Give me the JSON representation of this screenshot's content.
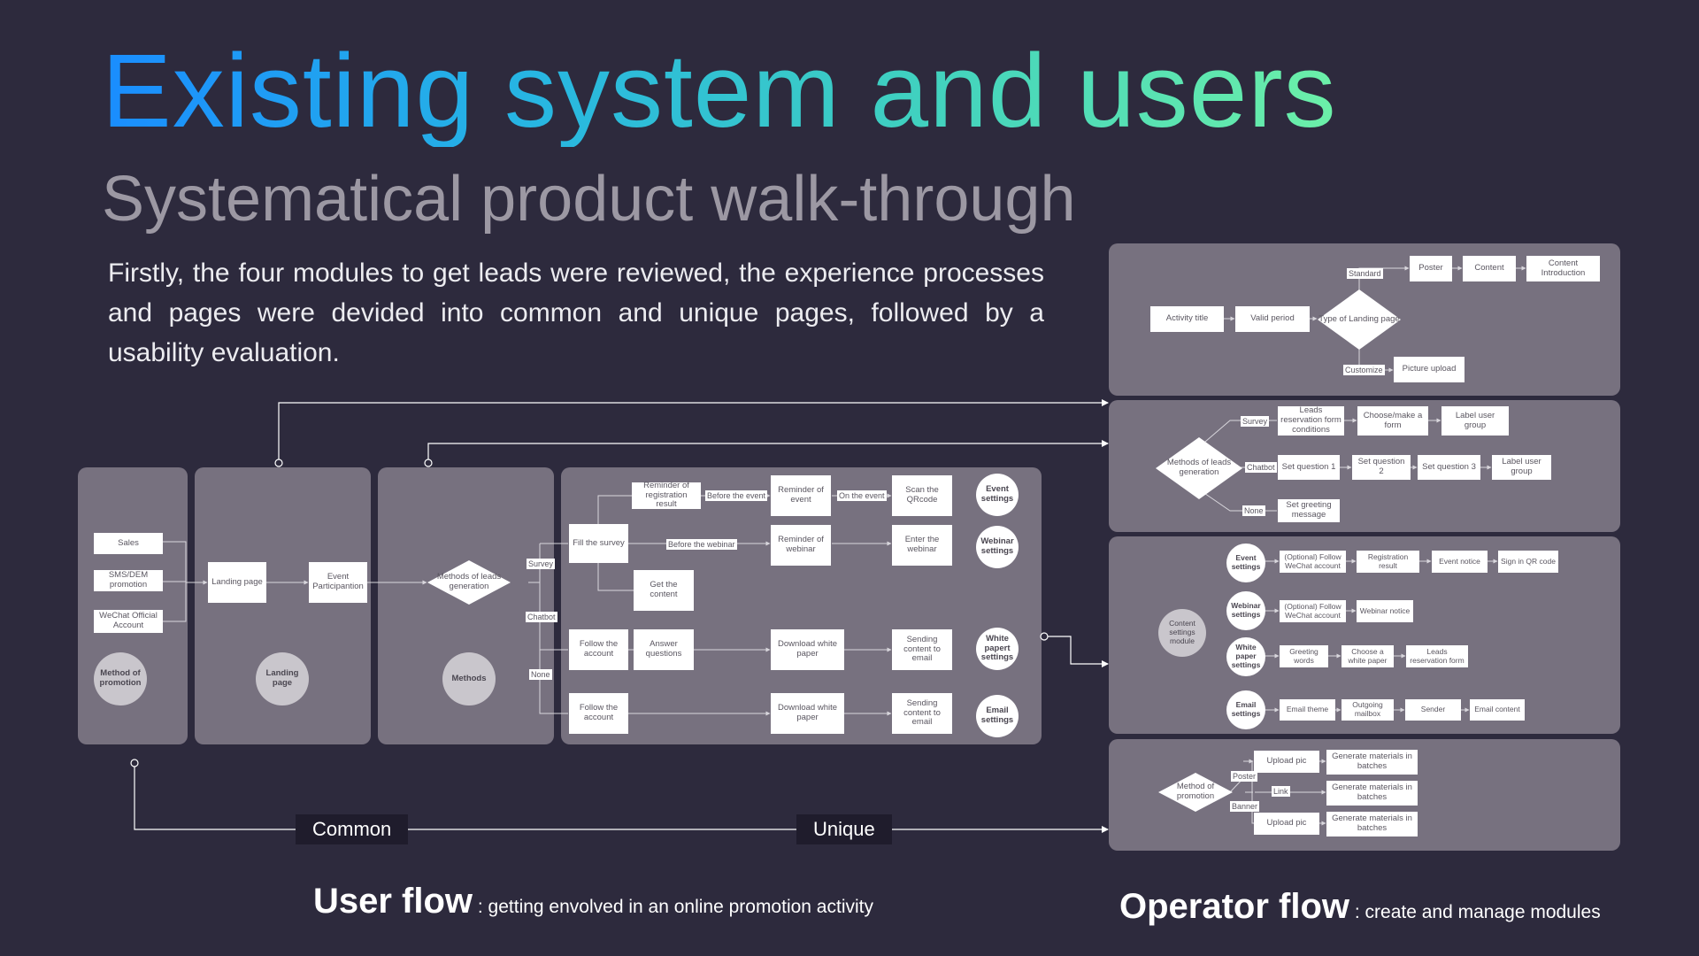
{
  "header": {
    "title": "Existing system and users",
    "subtitle": "Systematical product walk-through",
    "intro": "Firstly, the four modules to get leads were reviewed, the experience processes and pages were devided into common and unique pages, followed by a usability evaluation."
  },
  "user_flow": {
    "promotion": {
      "items": [
        "Sales",
        "SMS/DEM promotion",
        "WeChat Official Account"
      ],
      "circle": "Method of promotion"
    },
    "landing": {
      "box1": "Landing page",
      "box2": "Event Participantion",
      "circle": "Landing page"
    },
    "methods": {
      "diamond": "Methods of leads generation",
      "circle": "Methods"
    },
    "branches": {
      "survey": "Survey",
      "chatbot": "Chatbot",
      "none": "None"
    },
    "unique": {
      "fill_survey": "Fill the survey",
      "reminder_reg": "Reminder of registration result",
      "before_event": "Before the event",
      "reminder_event": "Reminder of event",
      "on_event": "On the event",
      "scan_qr": "Scan the QRcode",
      "event_settings": "Event settings",
      "before_webinar": "Before the webinar",
      "reminder_webinar": "Reminder of webinar",
      "enter_webinar": "Enter the webinar",
      "webinar_settings": "Webinar settings",
      "get_content": "Get the content",
      "follow_account_1": "Follow the account",
      "answer_questions": "Answer questions",
      "download_wp_1": "Download white paper",
      "sending_email_1": "Sending content to email",
      "white_paper_settings": "White papert settings",
      "follow_account_2": "Follow the account",
      "download_wp_2": "Download white paper",
      "sending_email_2": "Sending content to email",
      "email_settings": "Email settings"
    },
    "tags": {
      "common": "Common",
      "unique": "Unique"
    },
    "footer_title": "User flow",
    "footer_desc": " : getting envolved in an online promotion activity"
  },
  "operator_flow": {
    "landing": {
      "activity_title": "Activity title",
      "valid_period": "Valid period",
      "type_landing": "Type of Landing page",
      "standard": "Standard",
      "poster": "Poster",
      "content": "Content",
      "content_intro": "Content Introduction",
      "customize": "Customize",
      "picture_upload": "Picture upload"
    },
    "methods": {
      "diamond": "Methods of leads generation",
      "survey": "Survey",
      "leads_form": "Leads reservation form conditions",
      "choose_form": "Choose/make a form",
      "label_group_1": "Label user group",
      "chatbot": "Chatbot",
      "q1": "Set question 1",
      "q2": "Set question 2",
      "q3": "Set question 3",
      "label_group_2": "Label user group",
      "none": "None",
      "greeting": "Set greeting message"
    },
    "content": {
      "module": "Content settings module",
      "event_settings": "Event settings",
      "ev_follow": "(Optional) Follow WeChat account",
      "ev_reg": "Registration result",
      "ev_notice": "Event notice",
      "ev_sign": "Sign in QR code",
      "webinar_settings": "Webinar settings",
      "wb_follow": "(Optional) Follow WeChat account",
      "wb_notice": "Webinar notice",
      "wp_settings": "White paper settings",
      "wp_greeting": "Greeting words",
      "wp_choose": "Choose a white paper",
      "wp_form": "Leads reservation form",
      "email_settings": "Email settings",
      "em_theme": "Email theme",
      "em_mailbox": "Outgoing mailbox",
      "em_sender": "Sender",
      "em_content": "Email content"
    },
    "promotion": {
      "diamond": "Method of promotion",
      "poster": "Poster",
      "link": "Link",
      "banner": "Banner",
      "upload_1": "Upload pic",
      "upload_2": "Upload pic",
      "gen_1": "Generate materials in batches",
      "gen_2": "Generate materials in batches",
      "gen_3": "Generate materials in batches"
    },
    "footer_title": "Operator flow",
    "footer_desc": " : create and manage modules"
  },
  "colors": {
    "background": "#2d2a3d",
    "panel": "#77717f",
    "title_start": "#1a8dff",
    "title_end": "#6cf0a8",
    "tag": "#1f1c2c"
  }
}
